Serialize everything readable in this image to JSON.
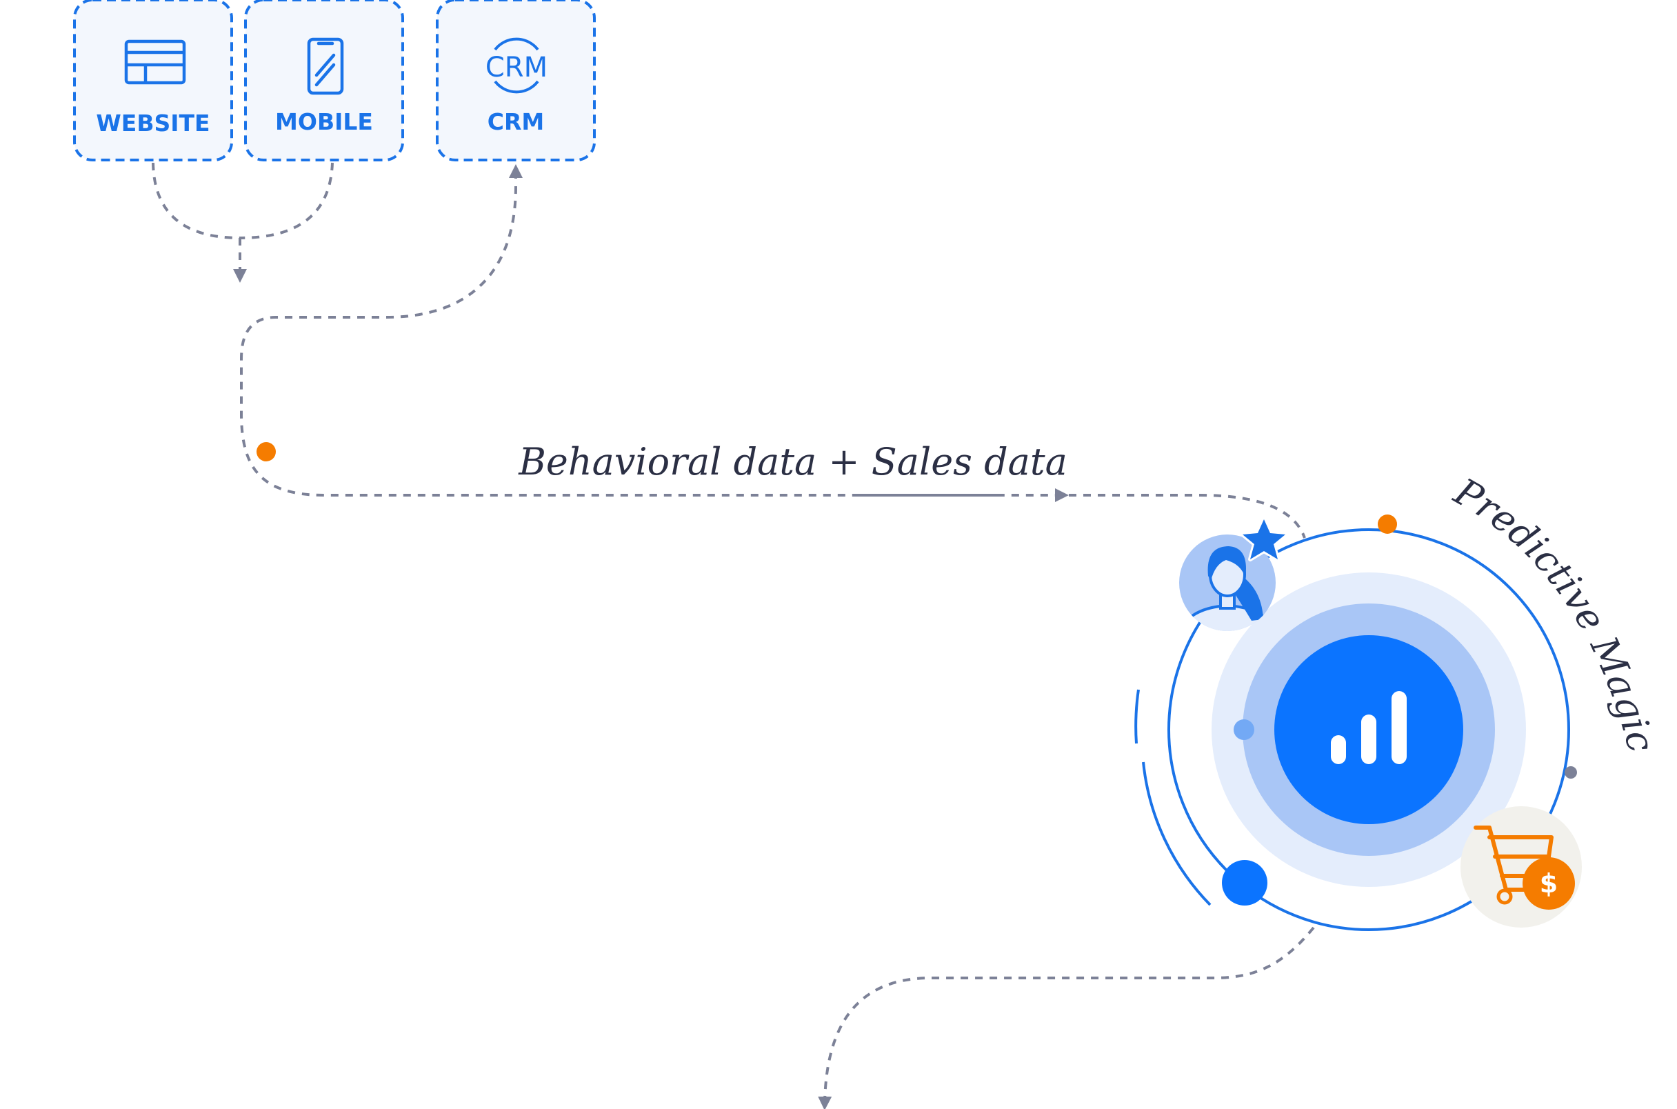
{
  "sources": [
    {
      "name": "website",
      "label": "WEBSITE",
      "icon": "browser-window-icon"
    },
    {
      "name": "mobile",
      "label": "MOBILE",
      "icon": "smartphone-icon"
    },
    {
      "name": "crm",
      "label": "CRM",
      "icon": "crm-icon",
      "icon_text": "CRM"
    }
  ],
  "flow_label": "Behavioral data + Sales data",
  "engine_label": "Predictive Magic",
  "engine_icon": "bar-chart-icon",
  "satellites": [
    "customer-avatar-icon",
    "star-icon",
    "shopping-cart-dollar-icon"
  ],
  "colors": {
    "accent_blue": "#1a73e8",
    "core_blue": "#0b74ff",
    "light_blue": "#e4edfc",
    "mid_blue": "#a9c6f6",
    "orange": "#f57c00",
    "connector_gray": "#7c8197",
    "box_fill": "#f3f7fd",
    "cart_bg": "#f2f1ec"
  }
}
